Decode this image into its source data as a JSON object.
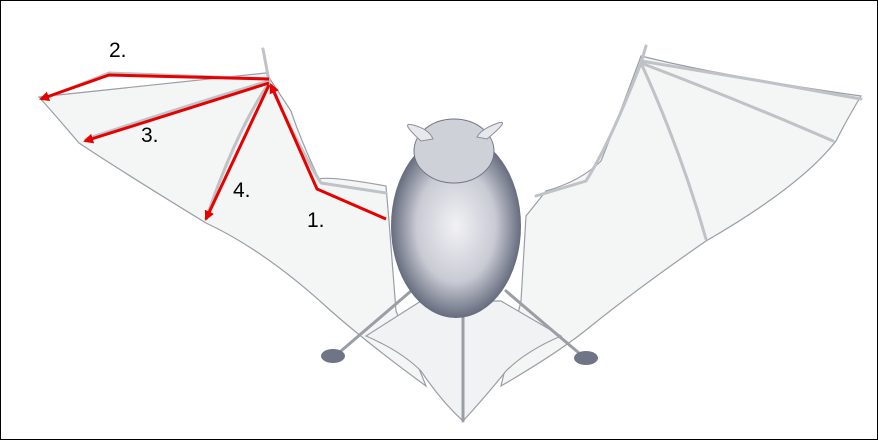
{
  "labels": {
    "one": "1.",
    "two": "2.",
    "three": "3.",
    "four": "4."
  },
  "colors": {
    "arrow": "#e60000",
    "membrane": "#f4f5f5",
    "bone": "#bfc2c6",
    "body": "#5b6274",
    "fur_light": "#dcdde3"
  }
}
